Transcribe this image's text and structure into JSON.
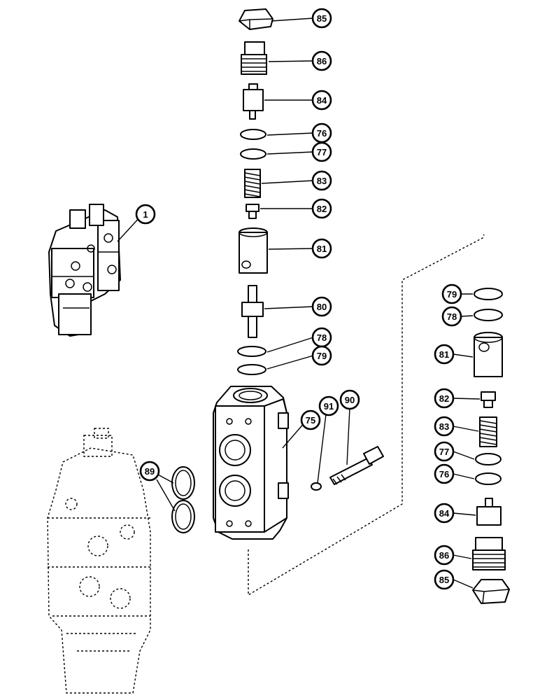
{
  "figure": {
    "callouts": {
      "c85a": "85",
      "c86a": "86",
      "c84a": "84",
      "c76a": "76",
      "c77a": "77",
      "c83a": "83",
      "c82a": "82",
      "c81a": "81",
      "c80": "80",
      "c78a": "78",
      "c79a": "79",
      "c1": "1",
      "c75": "75",
      "c91": "91",
      "c90": "90",
      "c89": "89",
      "c79b": "79",
      "c78b": "78",
      "c81b": "81",
      "c82b": "82",
      "c83b": "83",
      "c77b": "77",
      "c76b": "76",
      "c84b": "84",
      "c86b": "86",
      "c85b": "85"
    }
  }
}
